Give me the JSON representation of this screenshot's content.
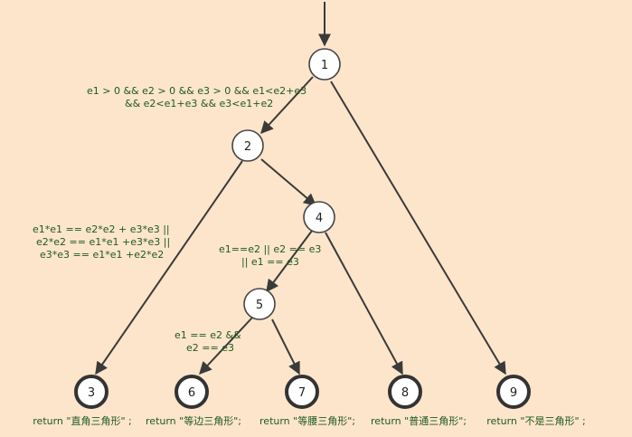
{
  "colors": {
    "background": "#fde5cb",
    "edge": "#3a3a3a",
    "node_fill": "#ffffff",
    "label_text": "#1e5a1e"
  },
  "nodes": [
    {
      "id": "1",
      "label": "1"
    },
    {
      "id": "2",
      "label": "2"
    },
    {
      "id": "4",
      "label": "4"
    },
    {
      "id": "5",
      "label": "5"
    },
    {
      "id": "3",
      "label": "3"
    },
    {
      "id": "6",
      "label": "6"
    },
    {
      "id": "7",
      "label": "7"
    },
    {
      "id": "8",
      "label": "8"
    },
    {
      "id": "9",
      "label": "9"
    }
  ],
  "conditions": {
    "edge_1_2": [
      "e1 > 0 && e2 > 0 && e3 > 0 && e1<e2+e3",
      "&& e2<e1+e3 && e3<e1+e2"
    ],
    "edge_2_3": [
      "e1*e1 == e2*e2 + e3*e3 ||",
      "e2*e2 == e1*e1 +e3*e3 ||",
      "e3*e3 == e1*e1 +e2*e2"
    ],
    "edge_4_5": [
      "e1==e2 || e2 == e3",
      "|| e1 == e3"
    ],
    "edge_5_6": [
      "e1 == e2 &&",
      "e2 == e3"
    ]
  },
  "returns": {
    "node_3": "return \"直角三角形\" ;",
    "node_6": "return \"等边三角形\";",
    "node_7": "return \"等腰三角形\";",
    "node_8": "return \"普通三角形\";",
    "node_9": "return \"不是三角形\" ;"
  }
}
